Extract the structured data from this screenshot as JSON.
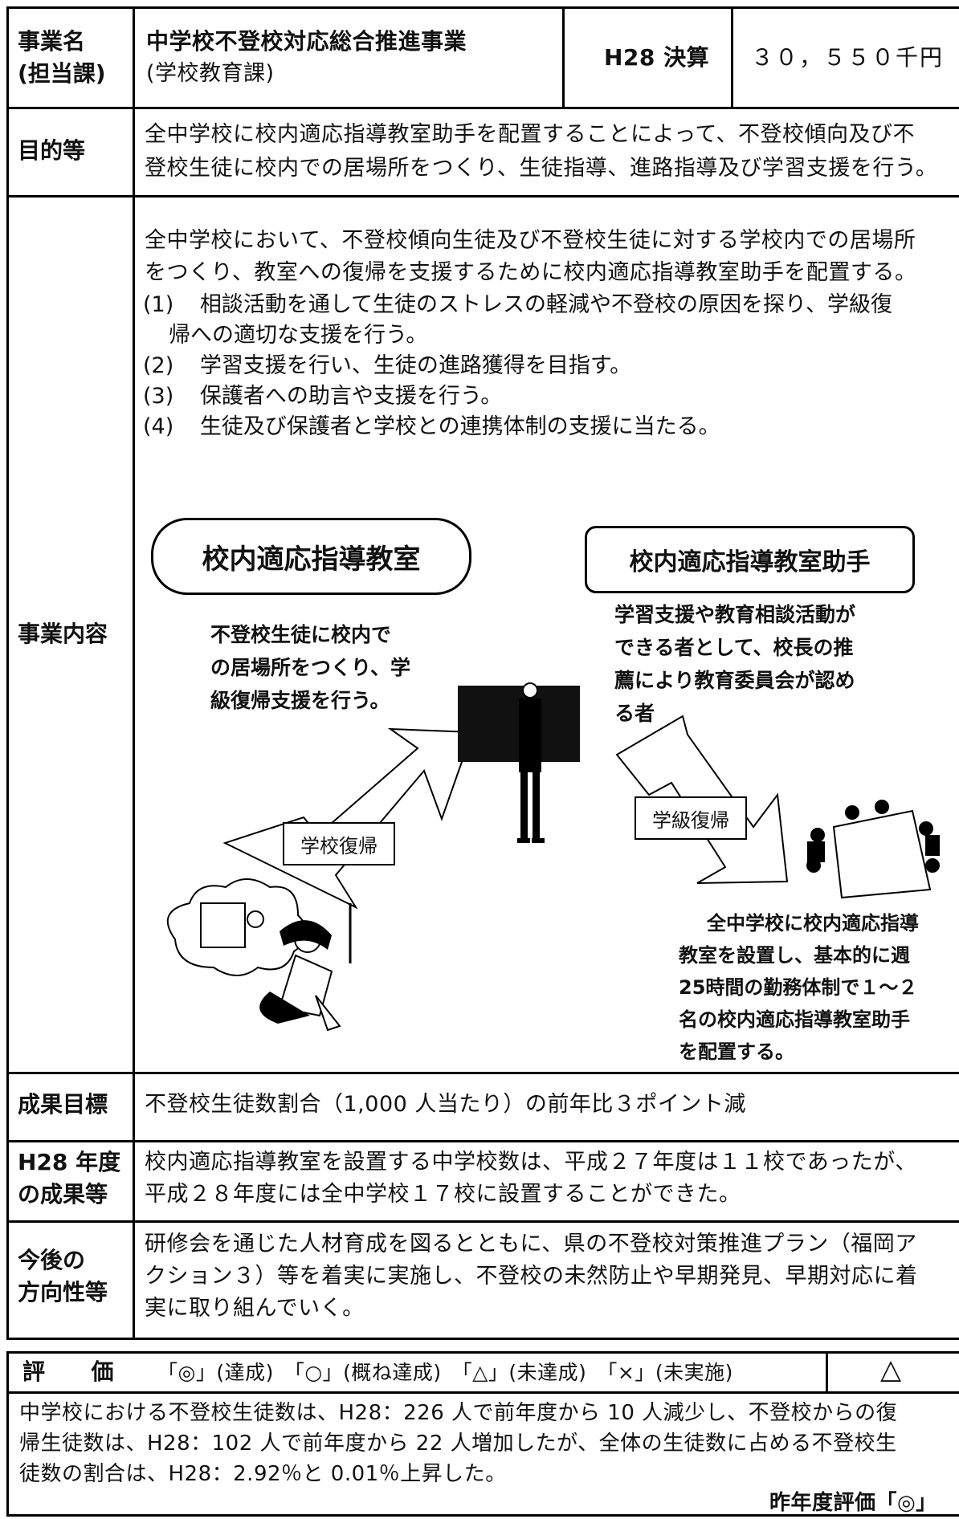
{
  "header": {
    "name_label": "事業名",
    "dept_label": "(担当課)",
    "project_name": "中学校不登校対応総合推進事業",
    "department": "(学校教育課)",
    "budget_label": "H28 決算",
    "budget_value": "３０，５５０千円"
  },
  "purpose": {
    "label": "目的等",
    "lines": [
      "全中学校に校内適応指導教室助手を配置することによって、不登校傾向及び不",
      "登校生徒に校内での居場所をつくり、生徒指導、進路指導及び学習支援を行う。"
    ]
  },
  "content": {
    "label": "事業内容",
    "intro": [
      "全中学校において、不登校傾向生徒及び不登校生徒に対する学校内での居場所",
      "をつくり、教室への復帰を支援するために校内適応指導教室助手を配置する。"
    ],
    "items": [
      {
        "num": "(1)",
        "text": "相談活動を通して生徒のストレスの軽減や不登校の原因を探り、学級復",
        "cont": "帰への適切な支援を行う。"
      },
      {
        "num": "(2)",
        "text": "学習支援を行い、生徒の進路獲得を目指す。",
        "cont": ""
      },
      {
        "num": "(3)",
        "text": "保護者への助言や支援を行う。",
        "cont": ""
      },
      {
        "num": "(4)",
        "text": "生徒及び保護者と学校との連携体制の支援に当たる。",
        "cont": ""
      }
    ],
    "diagram": {
      "room_title": "校内適応指導教室",
      "room_desc": [
        "不登校生徒に校内で",
        "の居場所をつくり、学",
        "級復帰支援を行う。"
      ],
      "assistant_title": "校内適応指導教室助手",
      "assistant_desc": [
        "学習支援や教育相談活動が",
        "できる者として、校長の推",
        "薦により教育委員会が認め",
        "る者"
      ],
      "arrow_left_label": "学校復帰",
      "arrow_right_label": "学級復帰",
      "bottom_desc": [
        "全中学校に校内適応指導",
        "教室を設置し、基本的に週",
        "25時間の勤務体制で１～２",
        "名の校内適応指導教室助手",
        "を配置する。"
      ]
    }
  },
  "goal": {
    "label": "成果目標",
    "text": "不登校生徒数割合（1,000 人当たり）の前年比３ポイント減"
  },
  "result": {
    "label1": "H28 年度",
    "label2": "の成果等",
    "lines": [
      "校内適応指導教室を設置する中学校数は、平成２７年度は１１校であったが、",
      "平成２８年度には全中学校１７校に設置することができた。"
    ]
  },
  "direction": {
    "label1": "今後の",
    "label2": "方向性等",
    "lines": [
      "研修会を通じた人材育成を図るとともに、県の不登校対策推進プラン（福岡ア",
      "クション３）等を着実に実施し、不登校の未然防止や早期発見、早期対応に着",
      "実に取り組んでいく。"
    ]
  },
  "evaluation": {
    "label": "評　　価",
    "legend": "「◎」(達成)　「○」(概ね達成)　「△」(未達成)　「×」(未実施)",
    "mark": "△",
    "lines": [
      "中学校における不登校生徒数は、H28：226 人で前年度から 10 人減少し、不登校からの復",
      "帰生徒数は、H28：102 人で前年度から 22 人増加したが、全体の生徒数に占める不登校生",
      "徒数の割合は、H28：2.92％と 0.01％上昇した。"
    ],
    "previous": "昨年度評価「◎」"
  }
}
